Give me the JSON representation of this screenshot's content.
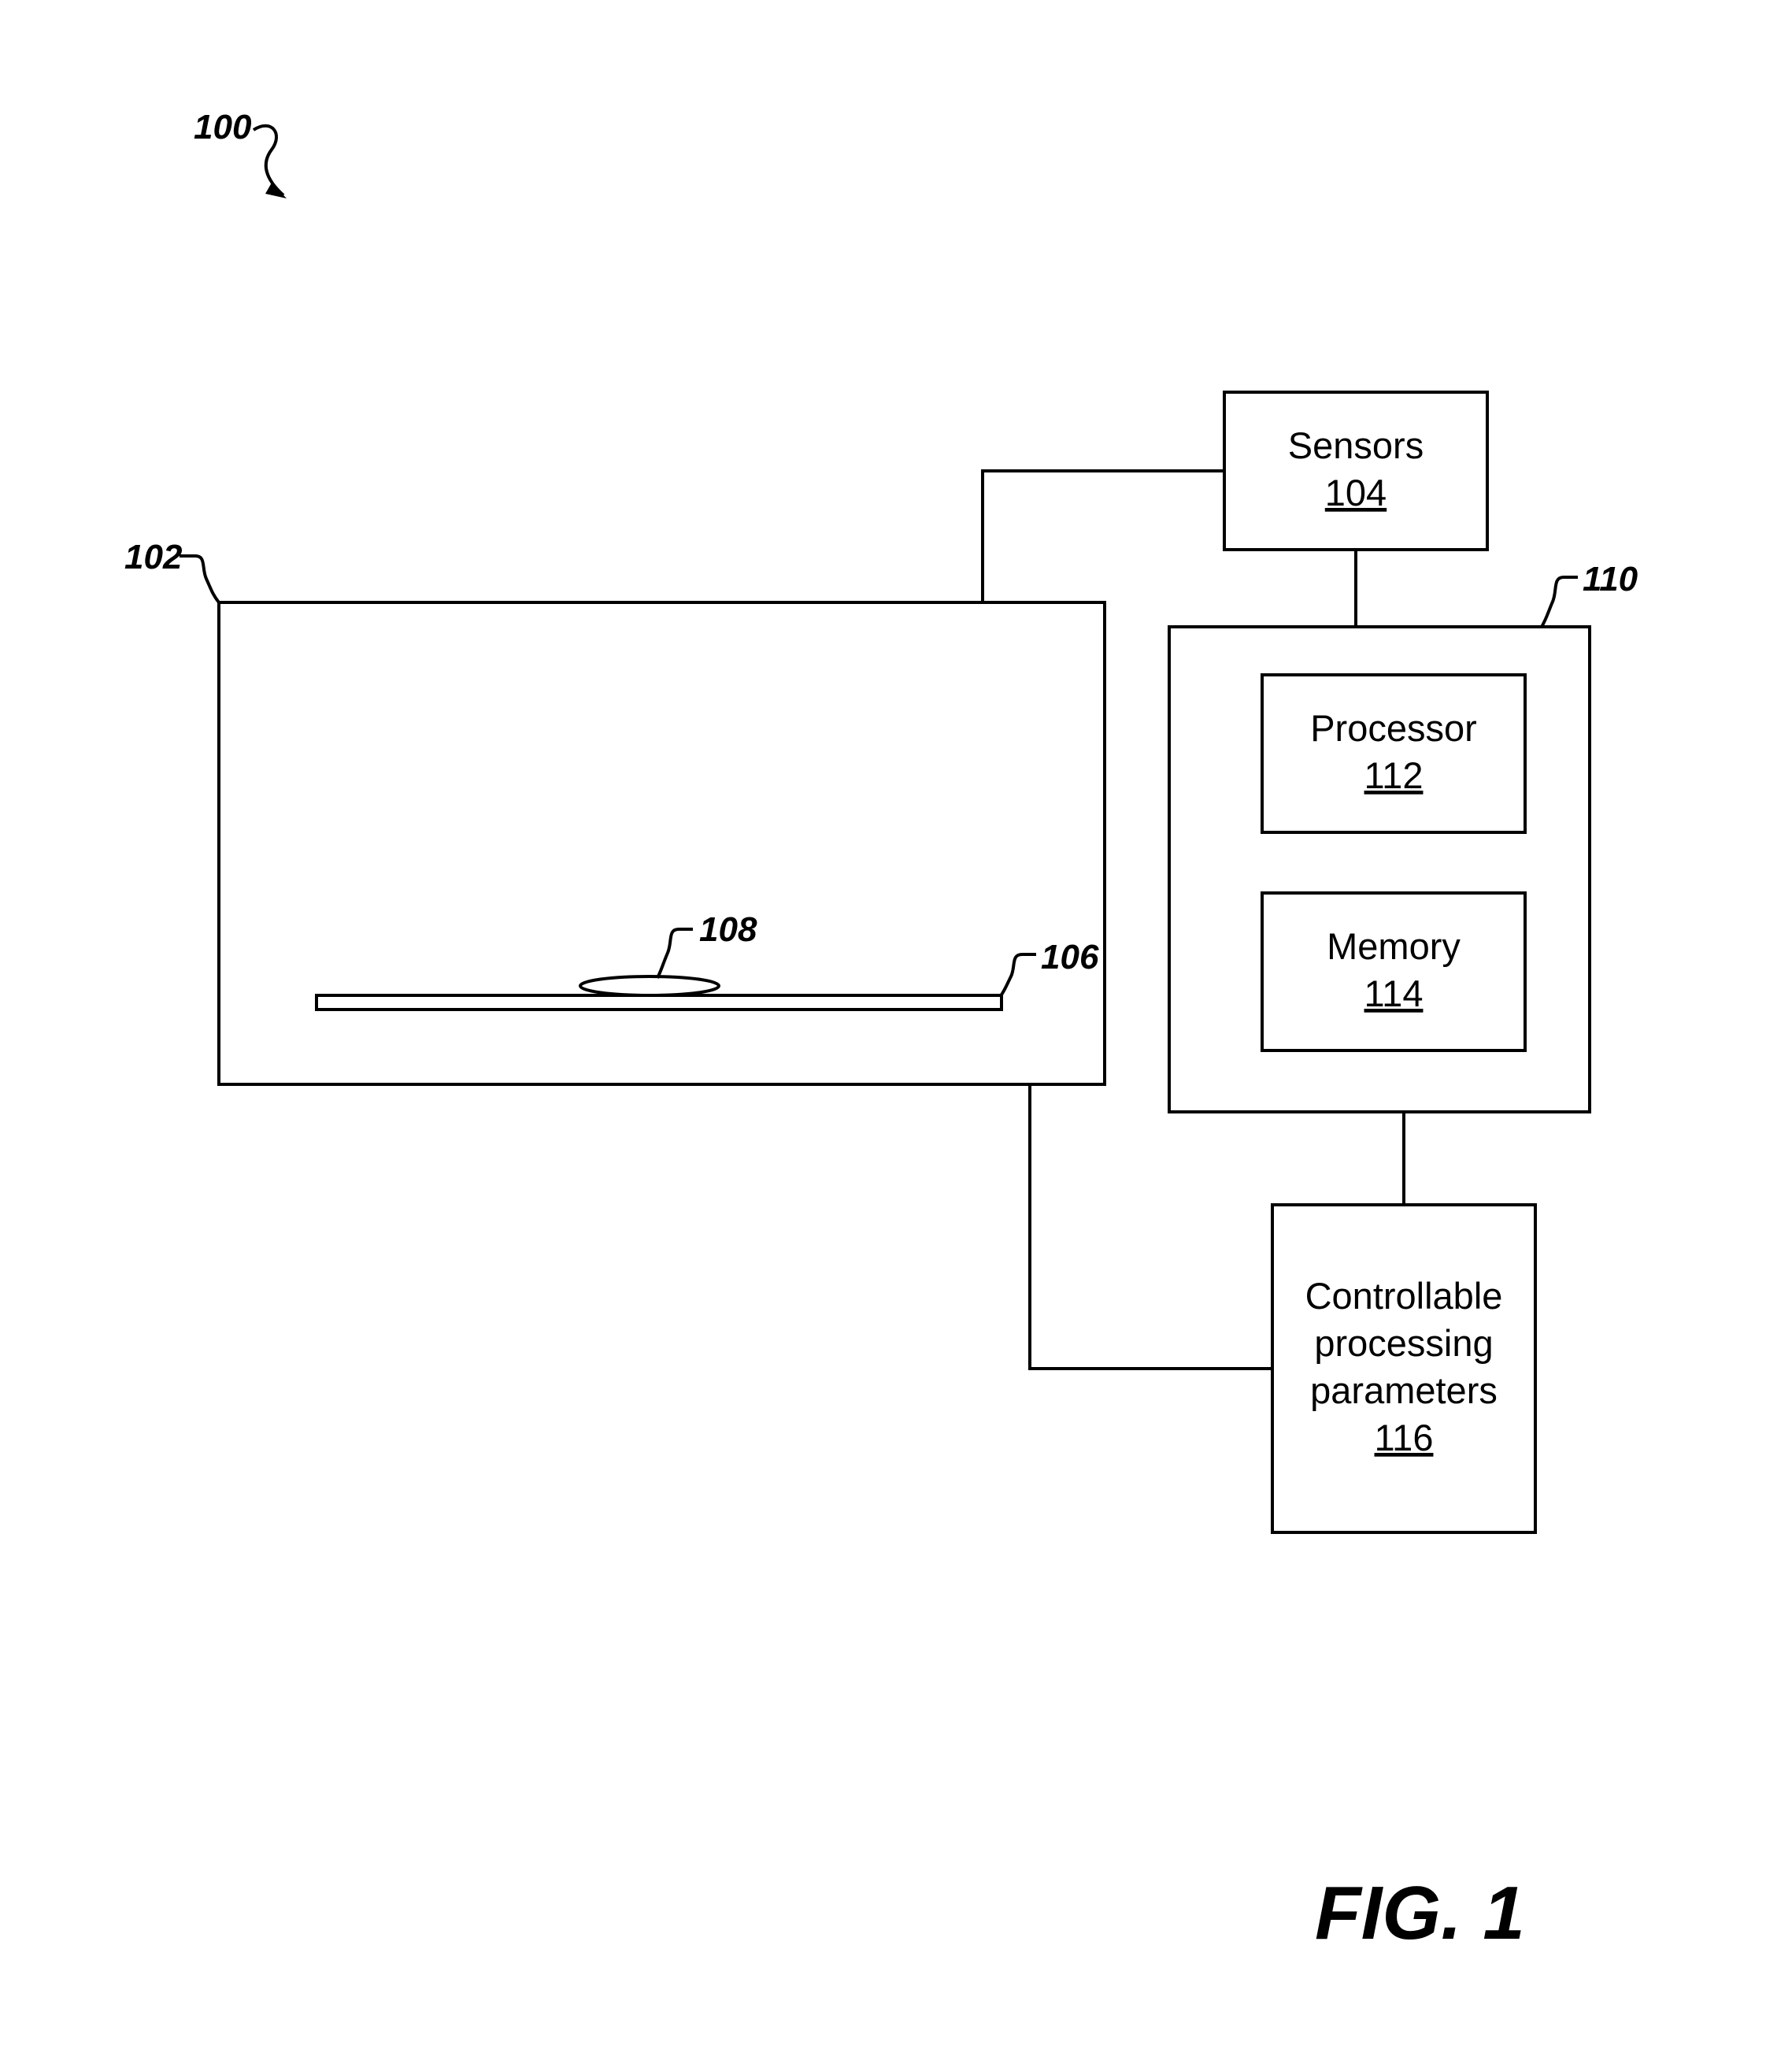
{
  "figure": {
    "caption": "FIG. 1"
  },
  "refs": {
    "system": "100",
    "chamber": "102",
    "platform": "106",
    "substrate": "108",
    "controller": "110"
  },
  "blocks": {
    "sensors": {
      "label": "Sensors",
      "number": "104"
    },
    "processor": {
      "label": "Processor",
      "number": "112"
    },
    "memory": {
      "label": "Memory",
      "number": "114"
    },
    "params": {
      "label_lines": [
        "Controllable",
        "processing",
        "parameters"
      ],
      "number": "116"
    }
  }
}
